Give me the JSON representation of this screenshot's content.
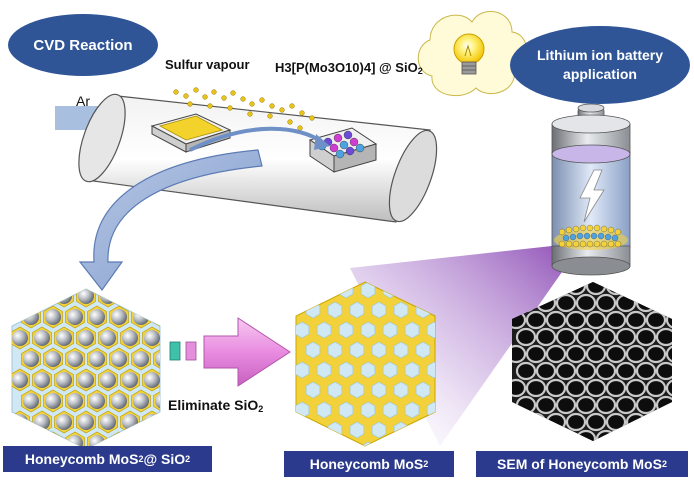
{
  "callouts": {
    "cvd": "CVD Reaction",
    "battery": "Lithium ion battery application"
  },
  "labels": {
    "carrier_gas": "Ar",
    "sulfur": "Sulfur vapour",
    "precursor": {
      "main": "H3[P(Mo3O10)4] @ SiO",
      "sub": "2"
    },
    "eliminate": {
      "main": "Eliminate SiO",
      "sub": "2"
    }
  },
  "captions": {
    "composite": {
      "pre": "Honeycomb MoS",
      "sub": "2",
      "post": " @ SiO",
      "sub2": "2"
    },
    "product": {
      "pre": "Honeycomb MoS",
      "sub": "2"
    },
    "sem": {
      "pre": "SEM of Honeycomb MoS",
      "sub": "2"
    }
  },
  "colors": {
    "callout_bg": "#2f5597",
    "caption_bg": "#2b3a8c",
    "mos2_yellow": "#f2d13a",
    "composite_bg": "#cfe8f3",
    "arrow_pink": "#e98ce0"
  }
}
